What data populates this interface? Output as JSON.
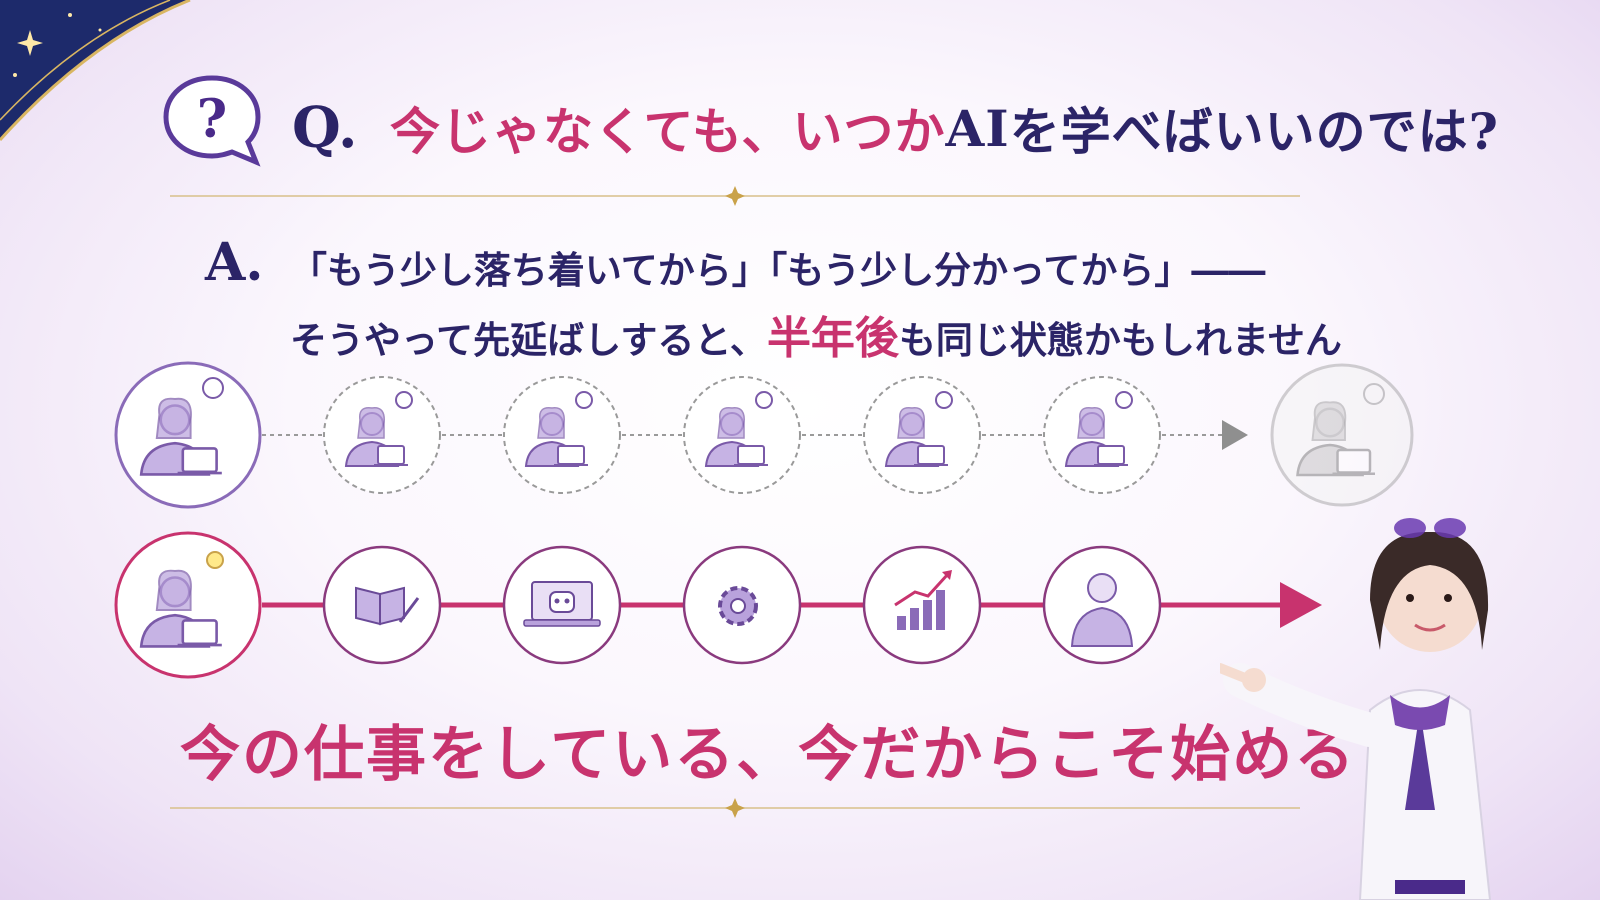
{
  "question": {
    "mark": "Q.",
    "prefix": "今じゃなくても、いつか",
    "highlight": "AI",
    "suffix": "を学べばいいのでは?"
  },
  "answer": {
    "mark": "A.",
    "line1": "「もう少し落ち着いてから」「もう少し分かってから」――",
    "line2_prefix": "そうやって先延ばしすると、",
    "line2_highlight": "半年後",
    "line2_suffix": "も同じ状態かもしれません"
  },
  "conclusion": "今の仕事をしている、今だからこそ始める",
  "icons": {
    "question_bubble": "question-bubble-icon",
    "top_row": [
      "thinking-person-icon",
      "thinking-person-icon",
      "thinking-person-icon",
      "thinking-person-icon",
      "thinking-person-icon",
      "thinking-person-icon",
      "faded-thinking-person-icon"
    ],
    "bottom_row": [
      "idea-person-icon",
      "book-pen-icon",
      "robot-laptop-icon",
      "gear-icon",
      "growth-chart-icon",
      "confident-person-icon"
    ]
  },
  "colors": {
    "navy": "#2b2467",
    "pink": "#c8336e",
    "purple": "#8a6bb8",
    "gold": "#c9a24a",
    "gray": "#9a9a9a"
  }
}
